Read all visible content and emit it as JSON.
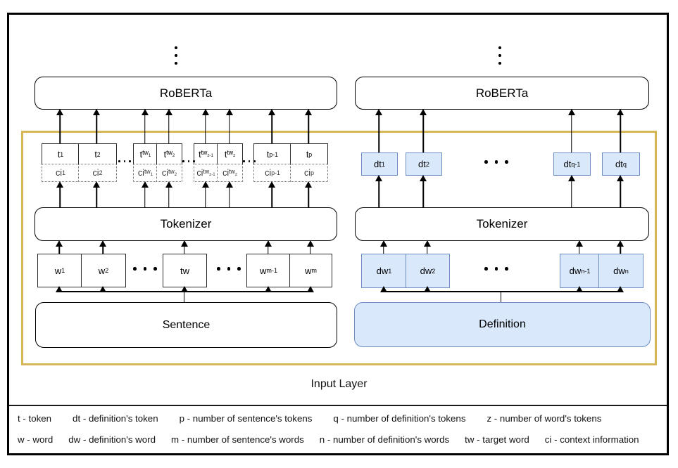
{
  "diagram": {
    "left": {
      "model_label": "RoBERTa",
      "tokenizer_label": "Tokenizer",
      "source_label": "Sentence",
      "tokens": [
        {
          "base": "t",
          "sub": "1"
        },
        {
          "base": "t",
          "sub": "2"
        },
        {
          "base": "t",
          "sub": "tw",
          "subsub": "1"
        },
        {
          "base": "t",
          "sub": "tw",
          "subsub": "2"
        },
        {
          "base": "t",
          "sub": "tw",
          "subsub": "z-1"
        },
        {
          "base": "t",
          "sub": "tw",
          "subsub": "z"
        },
        {
          "base": "t",
          "sub": "p-1"
        },
        {
          "base": "t",
          "sub": "p"
        }
      ],
      "context": [
        {
          "base": "ci",
          "sub": "1"
        },
        {
          "base": "ci",
          "sub": "2"
        },
        {
          "base": "ci",
          "sub": "tw",
          "subsub": "1"
        },
        {
          "base": "ci",
          "sub": "tw",
          "subsub": "2"
        },
        {
          "base": "ci",
          "sub": "tw",
          "subsub": "z-1"
        },
        {
          "base": "ci",
          "sub": "tw",
          "subsub": "z"
        },
        {
          "base": "ci",
          "sub": "p-1"
        },
        {
          "base": "ci",
          "sub": "p"
        }
      ],
      "words": [
        {
          "base": "w",
          "sub": "1"
        },
        {
          "base": "w",
          "sub": "2"
        },
        {
          "base": "tw",
          "sub": ""
        },
        {
          "base": "w",
          "sub": "m-1"
        },
        {
          "base": "w",
          "sub": "m"
        }
      ]
    },
    "right": {
      "model_label": "RoBERTa",
      "tokenizer_label": "Tokenizer",
      "source_label": "Definition",
      "tokens": [
        {
          "base": "dt",
          "sub": "1"
        },
        {
          "base": "dt",
          "sub": "2"
        },
        {
          "base": "dt",
          "sub": "q-1"
        },
        {
          "base": "dt",
          "sub": "q"
        }
      ],
      "words": [
        {
          "base": "dw",
          "sub": "1"
        },
        {
          "base": "dw",
          "sub": "2"
        },
        {
          "base": "dw",
          "sub": "n-1"
        },
        {
          "base": "dw",
          "sub": "n"
        }
      ]
    },
    "input_layer_label": "Input Layer"
  },
  "legend": {
    "row1": [
      "t - token",
      "dt - definition's token",
      "p - number of sentence's tokens",
      "q - number of definition's tokens",
      "z - number of word's tokens"
    ],
    "row2": [
      "w - word",
      "dw - definition's word",
      "m - number of sentence's words",
      "n - number of definition's words",
      "tw - target word",
      "ci - context information"
    ]
  },
  "colors": {
    "gold_border": "#d6b656",
    "blue_fill": "#dae8fc",
    "blue_stroke": "#6c8ebf"
  }
}
